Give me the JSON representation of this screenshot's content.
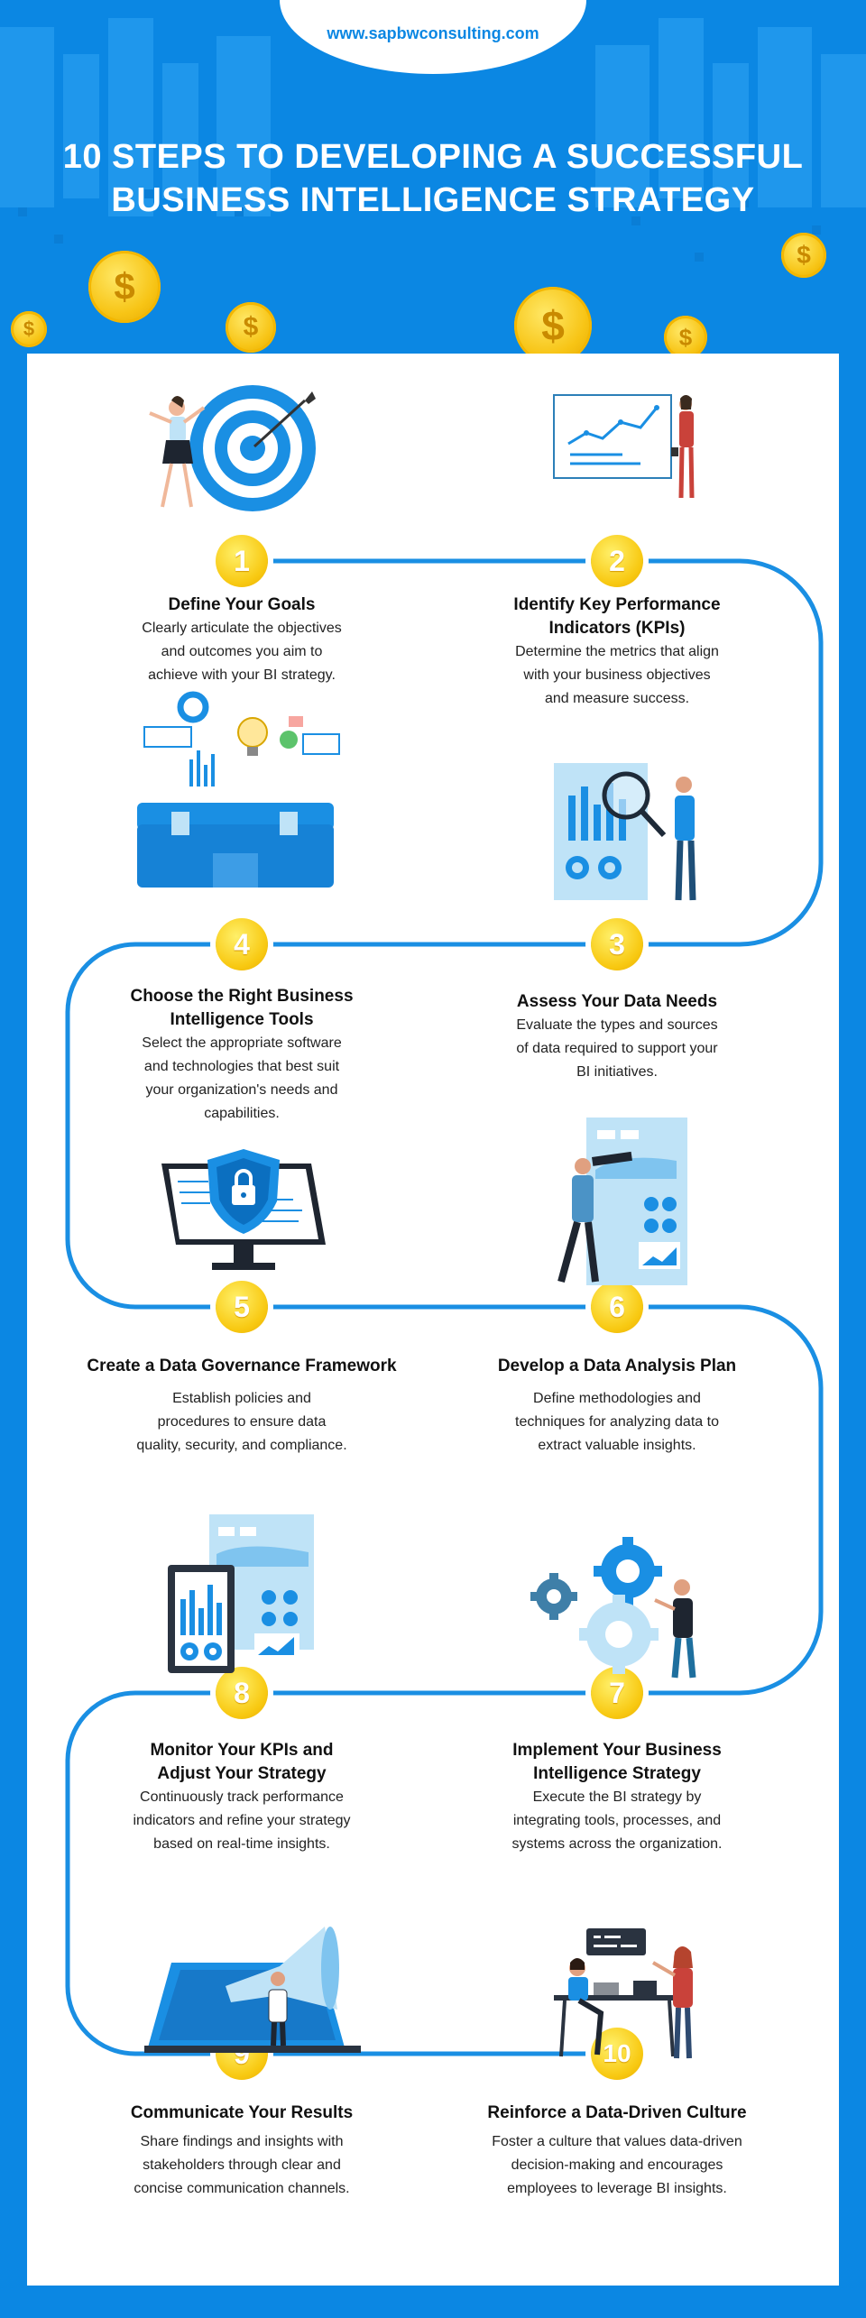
{
  "header": {
    "url": "www.sapbwconsulting.com",
    "title_line1": "10 STEPS TO DEVELOPING A SUCCESSFUL",
    "title_line2": "BUSINESS INTELLIGENCE STRATEGY",
    "coin_symbol": "$"
  },
  "colors": {
    "background": "#0b87e3",
    "path": "#1a8fe3",
    "coin": "#f7c415",
    "card": "#ffffff"
  },
  "steps": [
    {
      "number": "1",
      "title_lines": [
        "Define Your Goals"
      ],
      "body_lines": [
        "Clearly articulate the objectives",
        "and outcomes you aim to",
        "achieve with your BI strategy."
      ],
      "icon": "target-icon"
    },
    {
      "number": "2",
      "title_lines": [
        "Identify Key Performance",
        "Indicators (KPIs)"
      ],
      "body_lines": [
        "Determine the metrics that align",
        "with your business objectives",
        "and measure success."
      ],
      "icon": "presentation-chart-icon"
    },
    {
      "number": "3",
      "title_lines": [
        "Assess Your Data Needs"
      ],
      "body_lines": [
        "Evaluate the types and sources",
        "of data required to support your",
        "BI initiatives."
      ],
      "icon": "magnifier-chart-icon"
    },
    {
      "number": "4",
      "title_lines": [
        "Choose the Right Business",
        "Intelligence Tools"
      ],
      "body_lines": [
        "Select the appropriate software",
        "and technologies that best suit",
        "your organization's needs and",
        "capabilities."
      ],
      "icon": "toolbox-icon"
    },
    {
      "number": "5",
      "title_lines": [
        "Create a Data Governance Framework"
      ],
      "body_lines": [
        "Establish policies and",
        "procedures to ensure data",
        "quality, security, and compliance."
      ],
      "icon": "shield-monitor-icon"
    },
    {
      "number": "6",
      "title_lines": [
        "Develop a Data Analysis Plan"
      ],
      "body_lines": [
        "Define methodologies and",
        "techniques for analyzing data to",
        "extract valuable insights."
      ],
      "icon": "telescope-person-icon"
    },
    {
      "number": "7",
      "title_lines": [
        "Implement Your Business",
        "Intelligence Strategy"
      ],
      "body_lines": [
        "Execute the BI strategy by",
        "integrating tools, processes, and",
        "systems across the organization."
      ],
      "icon": "gears-icon"
    },
    {
      "number": "8",
      "title_lines": [
        "Monitor Your KPIs and",
        "Adjust Your Strategy"
      ],
      "body_lines": [
        "Continuously track performance",
        "indicators and refine your strategy",
        "based on real-time insights."
      ],
      "icon": "dashboard-icon"
    },
    {
      "number": "9",
      "title_lines": [
        "Communicate Your Results"
      ],
      "body_lines": [
        "Share findings and insights with",
        "stakeholders through clear and",
        "concise communication channels."
      ],
      "icon": "megaphone-icon"
    },
    {
      "number": "10",
      "title_lines": [
        "Reinforce a Data-Driven Culture"
      ],
      "body_lines": [
        "Foster a culture that values data-driven",
        "decision-making and encourages",
        "employees to leverage BI insights."
      ],
      "icon": "team-meeting-icon"
    }
  ]
}
